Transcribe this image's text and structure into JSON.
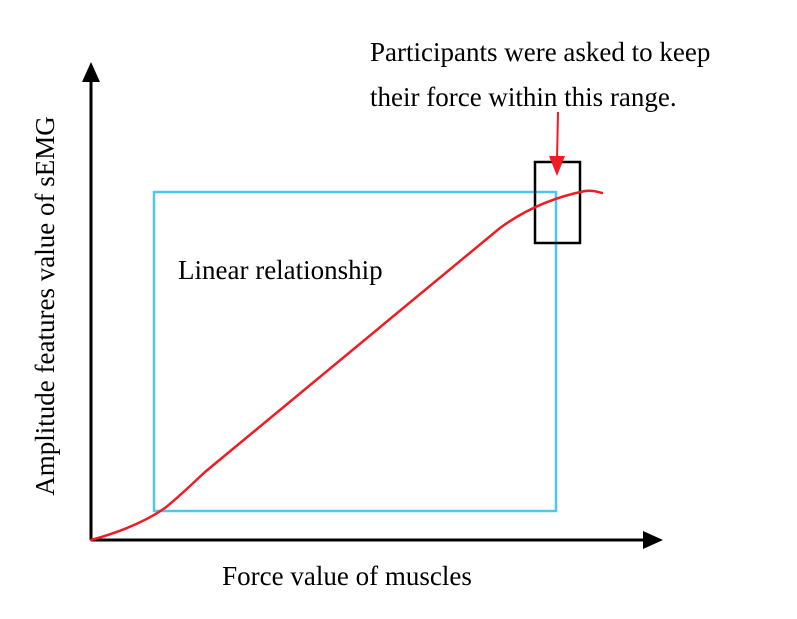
{
  "diagram": {
    "x_axis_label": "Force value of muscles",
    "y_axis_label": "Amplitude features value of sEMG",
    "region_label": "Linear relationship",
    "annotation_lines": [
      "Participants were asked to keep",
      "their force within this range."
    ],
    "colors": {
      "curve": "#ee1c24",
      "linear_region_box": "#4cc8ee",
      "target_range_box": "#000000",
      "annotation_arrow": "#ee1c24",
      "axes": "#000000"
    }
  }
}
